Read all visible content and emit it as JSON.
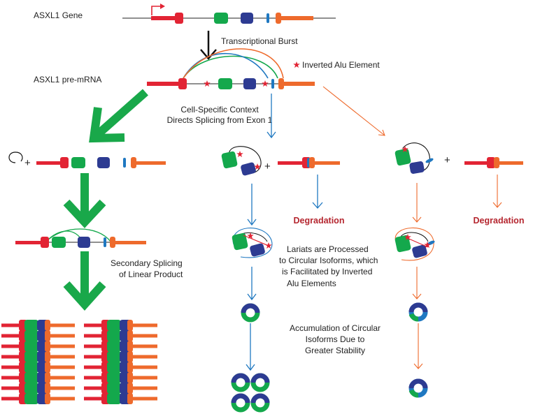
{
  "labels": {
    "gene": "ASXL1 Gene",
    "pre_mrna": "ASXL1 pre-mRNA",
    "burst": "Transcriptional Burst",
    "alu_legend": "Inverted Alu Element",
    "context_line1": "Cell-Specific Context",
    "context_line2": "Directs Splicing from Exon 1",
    "plus": "+",
    "degradation": "Degradation",
    "lariat_line1": "Lariats are Processed",
    "lariat_line2": "to Circular Isoforms, which",
    "lariat_line3": "is Facilitated by Inverted",
    "lariat_line4": "Alu Elements",
    "secondary_line1": "Secondary Splicing",
    "secondary_line2": "of Linear Product",
    "accum_line1": "Accumulation of Circular",
    "accum_line2": "Isoforms Due to",
    "accum_line3": "Greater Stability"
  },
  "colors": {
    "red": "#e22434",
    "green": "#14a84c",
    "blue": "#2d3b92",
    "orange": "#ee6a2c",
    "light_blue": "#1f78c1",
    "big_arrow_green": "#19a84a",
    "degradation_text": "#b5262f"
  }
}
